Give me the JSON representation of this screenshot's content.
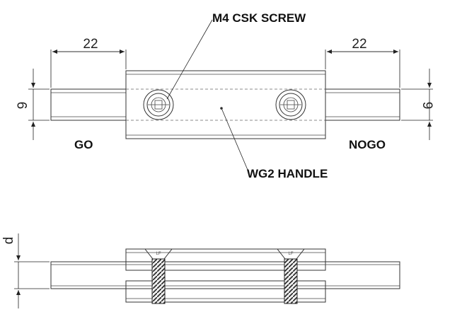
{
  "labels": {
    "screw": "M4 CSK SCREW",
    "handle": "WG2 HANDLE",
    "go": "GO",
    "nogo": "NOGO"
  },
  "dimensions": {
    "left_length": "22",
    "right_length": "22",
    "left_height": "9",
    "right_height": "9",
    "side_height": "d"
  },
  "marks": {
    "screw_left": "LF",
    "screw_right": "LF"
  }
}
